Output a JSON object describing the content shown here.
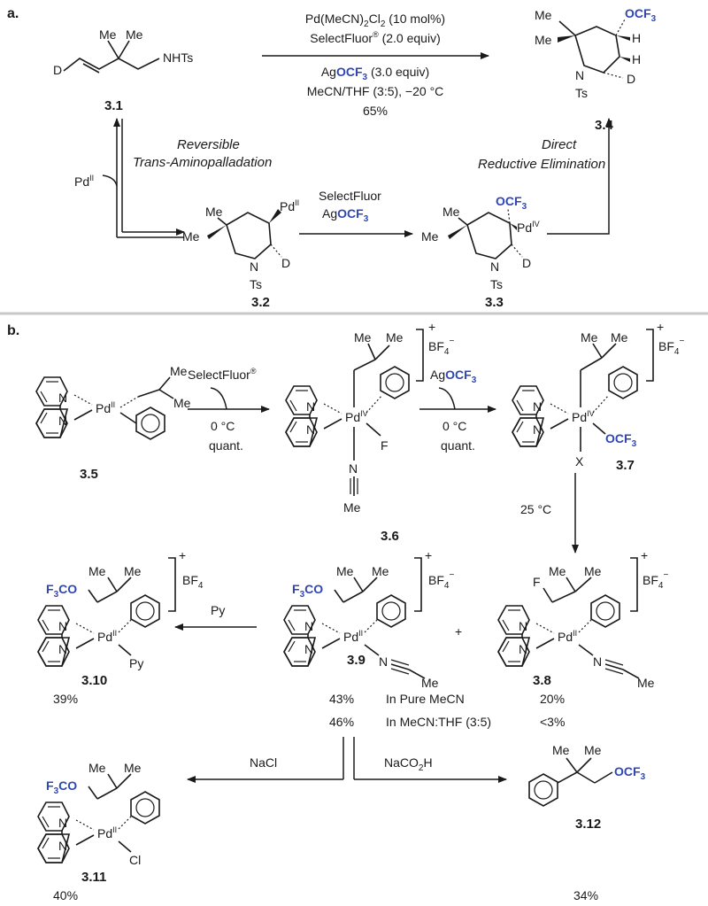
{
  "panel_a": {
    "label": "a.",
    "top_conditions": {
      "line1": "Pd(MeCN)",
      "line1_sub": "2",
      "line1_end": "Cl",
      "line1_sub2": "2",
      "line1_tail": " (10 mol%)",
      "line2": "SelectFluor",
      "line2_reg": "®",
      "line2_tail": " (2.0 equiv)",
      "line3_pre": "Ag",
      "line3_blue": "OCF",
      "line3_blue_sub": "3",
      "line3_tail": " (3.0 equiv)",
      "line4": "MeCN/THF (3:5), −20 °C",
      "line5": "65%"
    },
    "labels": {
      "c31": "3.1",
      "c32": "3.2",
      "c33": "3.3",
      "c34": "3.4",
      "reversible1": "Reversible",
      "reversible2": "Trans-Aminopalladation",
      "direct1": "Direct",
      "direct2": "Reductive Elimination",
      "pd_ii": "Pd",
      "pd_ii_sup": "II",
      "mid_cond1": "SelectFluor",
      "mid_cond2_pre": "Ag",
      "mid_cond2_blue": "OCF",
      "mid_cond2_sub": "3"
    },
    "atoms": {
      "me": "Me",
      "nhts": "NHTs",
      "d": "D",
      "n": "N",
      "ts": "Ts",
      "h": "H",
      "ocf3": "OCF",
      "ocf3_sub": "3",
      "pd": "Pd",
      "ii": "II",
      "iv": "IV"
    }
  },
  "panel_b": {
    "label": "b.",
    "labels": {
      "c35": "3.5",
      "c36": "3.6",
      "c37": "3.7",
      "c38": "3.8",
      "c39": "3.9",
      "c310": "3.10",
      "c311": "3.11",
      "c312": "3.12"
    },
    "conditions": {
      "selectfluor": "SelectFluor",
      "selectfluor_reg": "®",
      "zero_c": "0 °C",
      "quant": "quant.",
      "ag_pre": "Ag",
      "ag_blue": "OCF",
      "ag_sub": "3",
      "temp25": "25 °C",
      "py": "Py",
      "nacl": "NaCl",
      "naco2h_pre": "NaCO",
      "naco2h_sub": "2",
      "naco2h_end": "H",
      "plus": "+"
    },
    "yields": {
      "y310": "39%",
      "y39_meCN": "43%",
      "y39_thf": "46%",
      "cond_meCN": "In Pure MeCN",
      "cond_thf": "In MeCN:THF (3:5)",
      "y38_meCN": "20%",
      "y38_thf": "<3%",
      "y311": "40%",
      "y312": "34%"
    },
    "atoms": {
      "me": "Me",
      "n": "N",
      "pd": "Pd",
      "ii": "II",
      "iv": "IV",
      "f": "F",
      "x": "X",
      "py": "Py",
      "cl": "Cl",
      "bf4": "BF",
      "bf4_sub": "4",
      "minus": "−",
      "plus_sup": "+",
      "f3co": "F",
      "f3co_sub": "3",
      "f3co_end": "CO",
      "ocf3": "OCF",
      "ocf3_sub": "3"
    }
  },
  "colors": {
    "accent_blue": "#2f46b4",
    "separator": "#c7c7c7",
    "ink": "#1a1a1a"
  }
}
